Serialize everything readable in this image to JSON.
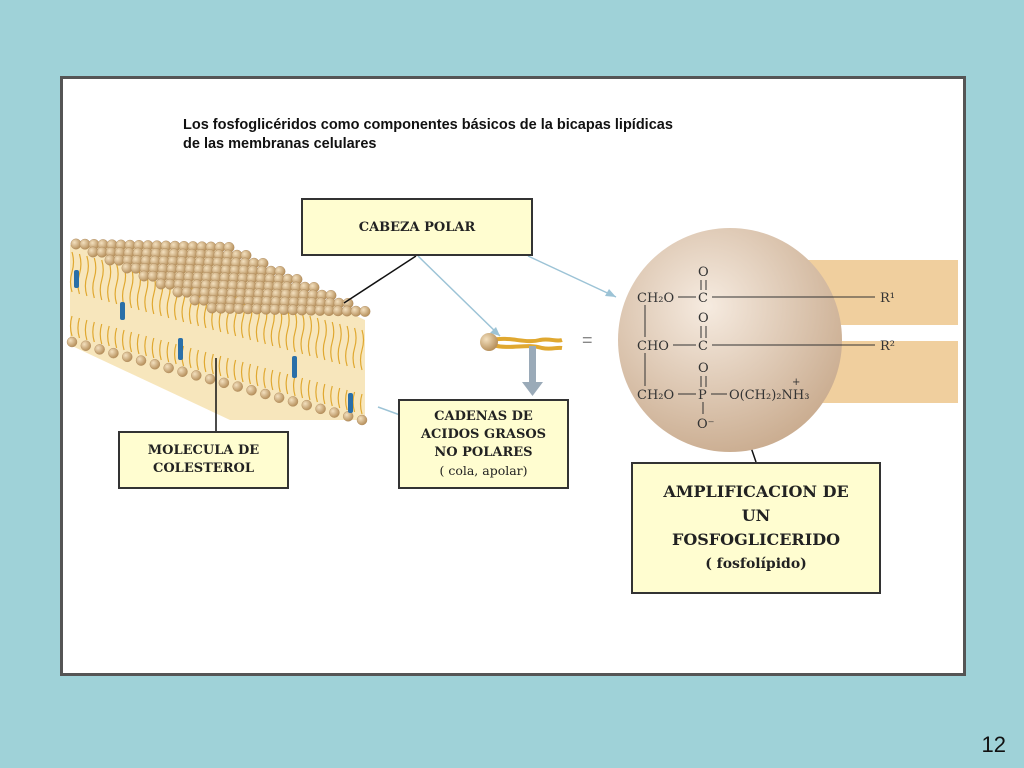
{
  "slide": {
    "title_line1": "Los fosfoglicéridos como componentes básicos de la bicapas lipídicas",
    "title_line2": "de las membranas celulares",
    "page_number": "12"
  },
  "labels": {
    "cabeza": "CABEZA POLAR",
    "colesterol_line1": "MOLECULA DE",
    "colesterol_line2": "COLESTEROL",
    "cadenas_line1": "CADENAS DE",
    "cadenas_line2": "ACIDOS GRASOS",
    "cadenas_line3": "NO POLARES",
    "cadenas_line4": "( cola, apolar)",
    "amp_line1": "AMPLIFICACION DE",
    "amp_line2": "UN",
    "amp_line3": "FOSFOGLICERIDO",
    "amp_line4": "( fosfolípido)"
  },
  "formula": {
    "o1": "O",
    "o2": "O",
    "o3": "O",
    "o_minus": "O⁻",
    "row1_left": "CH₂O",
    "row1_c": "C",
    "row1_r": "R¹",
    "row2_left": "CHO",
    "row2_c": "C",
    "row2_r": "R²",
    "row3_left": "CH₂O",
    "row3_p": "P",
    "row3_right": "O(CH₂)₂NH₃",
    "plus": "+",
    "equals": "="
  },
  "colors": {
    "background": "#9fd2d8",
    "label_fill": "#fffdd0",
    "head": "#d9b98a",
    "tail": "#e0a830",
    "cholesterol": "#2a6fa8",
    "sphere": "#e6d2bf",
    "tail_band": "#f0cf9e"
  }
}
